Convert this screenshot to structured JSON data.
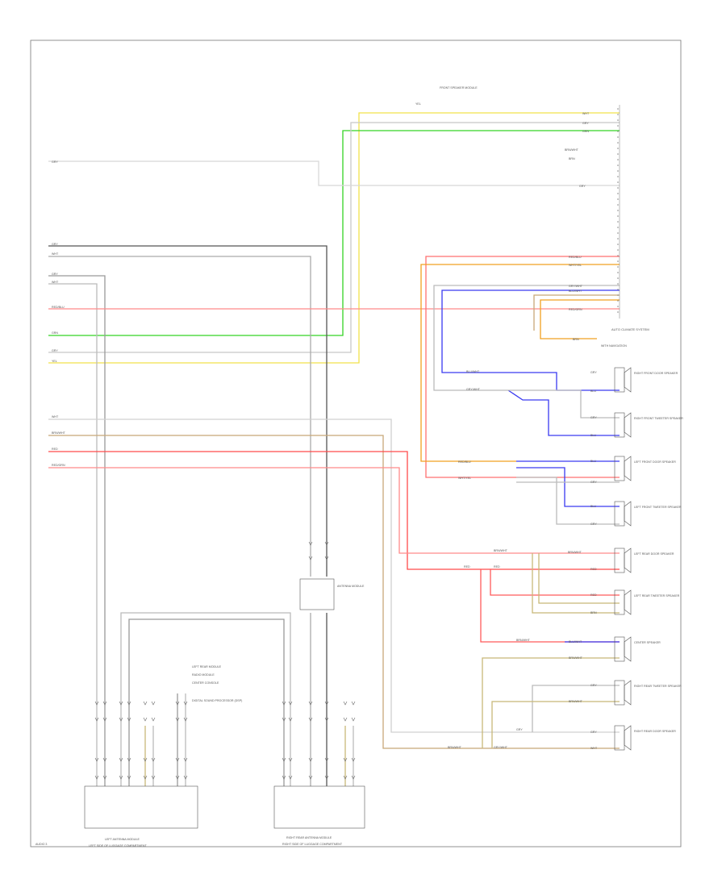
{
  "components": {
    "auto_climate_system": "AUTO CLIMATE SYSTEM",
    "with_navigation": "WITH NAVIGATION",
    "front_speaker_module": "FRONT SPEAKER MODULE",
    "right_front_door_speaker": "RIGHT FRONT DOOR SPEAKER",
    "right_front_tweeter": "RIGHT FRONT TWEETER SPEAKER",
    "left_front_door_speaker": "LEFT FRONT DOOR SPEAKER",
    "left_front_tweeter": "LEFT FRONT TWEETER SPEAKER",
    "left_rear_door_speaker": "LEFT REAR DOOR SPEAKER",
    "left_rear_tweeter": "LEFT REAR TWEETER SPEAKER",
    "center_speaker": "CENTER SPEAKER",
    "right_rear_tweeter": "RIGHT REAR TWEETER SPEAKER",
    "right_rear_door_speaker": "RIGHT REAR DOOR SPEAKER",
    "antenna_module": "ANTENNA MODULE",
    "left_rear_module": "LEFT REAR MODULE",
    "radio_module": "RADIO MODULE",
    "center_console": "CENTER CONSOLE",
    "digital_sound_processor": "DIGITAL SOUND PROCESSOR (DSP)",
    "left_antenna_module": "LEFT ANTENNA MODULE",
    "left_side_luggage": "LEFT SIDE OF LUGGAGE COMPARTMENT",
    "right_rear_antenna": "RIGHT REAR ANTENNA MODULE",
    "right_side_luggage": "RIGHT SIDE OF LUGGAGE COMPARTMENT",
    "page_footer": "AUDIO 3"
  },
  "wire_labels": {
    "gry": "GRY",
    "wht": "WHT",
    "wht_blk": "WHT/BLK",
    "red_blu": "RED/BLU",
    "grn": "GRN",
    "yel": "YEL",
    "brn_wht": "BRN/WHT",
    "red": "RED",
    "red_grn": "RED/GRN",
    "blu_wht": "BLU/WHT",
    "wht_yel": "WHT/YEL",
    "gry_wht": "GRY/WHT",
    "blu": "BLU",
    "brn": "BRN",
    "vio": "VIO"
  },
  "colors": {
    "yellow": "#f2e24a",
    "green": "#34d324",
    "red": "#ff5a5a",
    "orange": "#f0a020",
    "blue": "#3a3af0",
    "olive": "#c8a878",
    "gray": "#8a8a8a",
    "dark": "#555555",
    "frame": "#777777"
  }
}
